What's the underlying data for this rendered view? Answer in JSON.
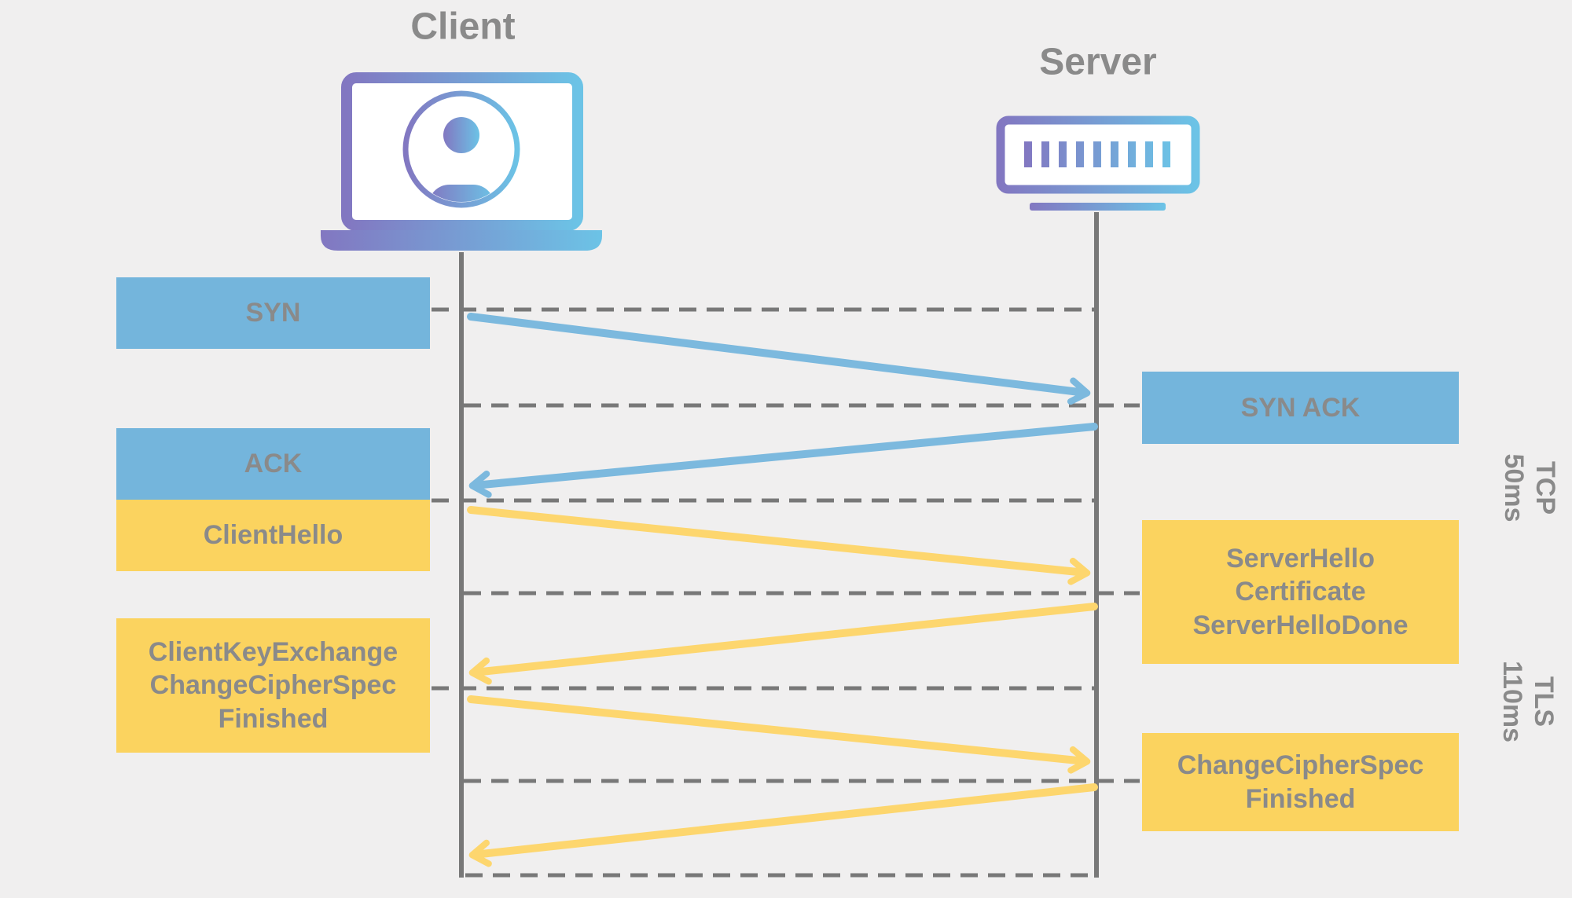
{
  "actors": {
    "client": {
      "label": "Client"
    },
    "server": {
      "label": "Server"
    }
  },
  "messages": [
    {
      "id": "syn",
      "label": "SYN",
      "from": "client",
      "protocol": "tcp"
    },
    {
      "id": "syn_ack",
      "label": "SYN ACK",
      "from": "server",
      "protocol": "tcp"
    },
    {
      "id": "ack",
      "label": "ACK",
      "from": "client",
      "protocol": "tcp"
    },
    {
      "id": "client_hello",
      "label": "ClientHello",
      "from": "client",
      "protocol": "tls"
    },
    {
      "id": "server_hello",
      "label": "ServerHello\nCertificate\nServerHelloDone",
      "from": "server",
      "protocol": "tls"
    },
    {
      "id": "client_key_exchange",
      "label": "ClientKeyExchange\nChangeCipherSpec\nFinished",
      "from": "client",
      "protocol": "tls"
    },
    {
      "id": "change_cipher_spec",
      "label": "ChangeCipherSpec\nFinished",
      "from": "server",
      "protocol": "tls"
    }
  ],
  "phases": [
    {
      "id": "tcp",
      "label": "TCP\n50ms",
      "duration_ms": 50
    },
    {
      "id": "tls",
      "label": "TLS\n110ms",
      "duration_ms": 110
    }
  ],
  "colors": {
    "background": "#f0efef",
    "tcp_blue": "#74b5dc",
    "tls_yellow": "#fbd35f",
    "arrow_blue": "#7cb9de",
    "arrow_yellow": "#fdd66e",
    "label_gray": "#8a8a8a",
    "line_gray": "#787878",
    "icon_gradient_start": "#8277c1",
    "icon_gradient_end": "#6cc3e6"
  }
}
